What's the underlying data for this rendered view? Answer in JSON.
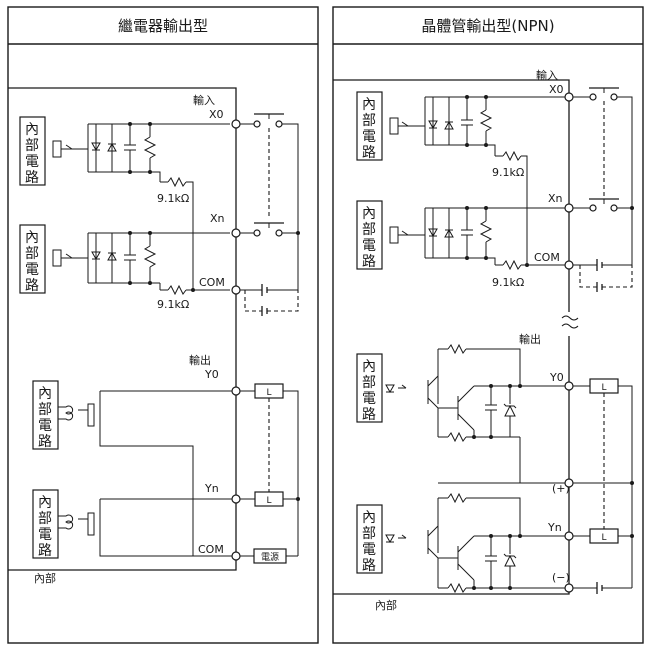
{
  "relay_panel": {
    "title": "繼電器輸出型",
    "input_header": "輸入",
    "x0_label": "X0",
    "xn_label": "Xn",
    "com_in_label": "COM",
    "resistor_1": "9.1kΩ",
    "resistor_2": "9.1kΩ",
    "output_header": "輸出",
    "y0_label": "Y0",
    "yn_label": "Yn",
    "com_out_label": "COM",
    "load_label": "L",
    "power_label": "電源",
    "internal_label": "內部",
    "circuit_label": "內部電路"
  },
  "transistor_panel": {
    "title": "晶體管輸出型(NPN)",
    "input_header": "輸入",
    "x0_label": "X0",
    "xn_label": "Xn",
    "com_in_label": "COM",
    "resistor_1": "9.1kΩ",
    "resistor_2": "9.1kΩ",
    "output_header": "輸出",
    "y0_label": "Y0",
    "yn_label": "Yn",
    "plus_label": "(+)",
    "minus_label": "(−)",
    "load_label": "L",
    "internal_label": "內部",
    "circuit_label": "內部電路"
  }
}
